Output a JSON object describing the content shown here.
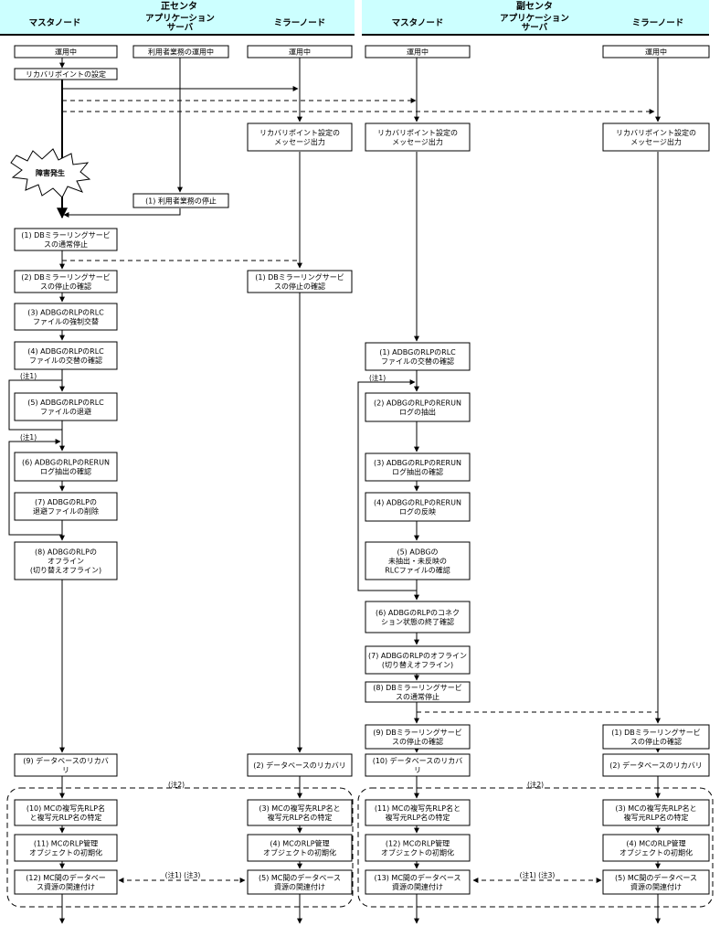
{
  "header": {
    "primary_center": "正センタ",
    "secondary_center": "副センタ",
    "colors": {
      "header_bg": "#ccffff",
      "line": "#000000"
    },
    "primary_columns": [
      {
        "lines": [
          "マスタノード"
        ]
      },
      {
        "lines": [
          "アプリケーション",
          "サーバ"
        ]
      },
      {
        "lines": [
          "ミラーノード"
        ]
      }
    ],
    "secondary_columns": [
      {
        "lines": [
          "マスタノード"
        ]
      },
      {
        "lines": [
          "アプリケーション",
          "サーバ"
        ]
      },
      {
        "lines": [
          "ミラーノード"
        ]
      }
    ]
  },
  "burst_label": "障害発生",
  "notes": {
    "n1": "(注1)",
    "n2": "(注2)",
    "n13": "(注1) (注3)"
  },
  "boxes": [
    {
      "id": "p-m-run",
      "lines": [
        "運用中"
      ]
    },
    {
      "id": "p-a-run",
      "lines": [
        "利用者業務の運用中"
      ]
    },
    {
      "id": "p-r-run",
      "lines": [
        "運用中"
      ]
    },
    {
      "id": "s-m-run",
      "lines": [
        "運用中"
      ]
    },
    {
      "id": "s-r-run",
      "lines": [
        "運用中"
      ]
    },
    {
      "id": "p-m-rp",
      "lines": [
        "リカバリポイントの設定"
      ]
    },
    {
      "id": "p-r-msg",
      "lines": [
        "リカバリポイント設定の",
        "メッセージ出力"
      ]
    },
    {
      "id": "s-m-msg",
      "lines": [
        "リカバリポイント設定の",
        "メッセージ出力"
      ]
    },
    {
      "id": "s-r-msg",
      "lines": [
        "リカバリポイント設定の",
        "メッセージ出力"
      ]
    },
    {
      "id": "p-a-stop",
      "lines": [
        "(1) 利用者業務の停止"
      ]
    },
    {
      "id": "p-m-1",
      "lines": [
        "(1) DBミラーリングサービ",
        "スの通常停止"
      ]
    },
    {
      "id": "p-m-2",
      "lines": [
        "(2) DBミラーリングサービ",
        "スの停止の確認"
      ]
    },
    {
      "id": "p-r-1",
      "lines": [
        "(1) DBミラーリングサービ",
        "スの停止の確認"
      ]
    },
    {
      "id": "p-m-3",
      "lines": [
        "(3) ADBGのRLPのRLC",
        "ファイルの強制交替"
      ]
    },
    {
      "id": "p-m-4",
      "lines": [
        "(4) ADBGのRLPのRLC",
        "ファイルの交替の確認"
      ]
    },
    {
      "id": "s-m-1",
      "lines": [
        "(1) ADBGのRLPのRLC",
        "ファイルの交替の確認"
      ]
    },
    {
      "id": "p-m-5",
      "lines": [
        "(5) ADBGのRLPのRLC",
        "ファイルの退避"
      ]
    },
    {
      "id": "s-m-2",
      "lines": [
        "(2) ADBGのRLPのRERUN",
        "ログの抽出"
      ]
    },
    {
      "id": "p-m-6",
      "lines": [
        "(6) ADBGのRLPのRERUN",
        "ログ抽出の確認"
      ]
    },
    {
      "id": "s-m-3",
      "lines": [
        "(3) ADBGのRLPのRERUN",
        "ログ抽出の確認"
      ]
    },
    {
      "id": "p-m-7",
      "lines": [
        "(7) ADBGのRLPの",
        "退避ファイルの削除"
      ]
    },
    {
      "id": "s-m-4",
      "lines": [
        "(4) ADBGのRLPのRERUN",
        "ログの反映"
      ]
    },
    {
      "id": "p-m-8",
      "lines": [
        "(8) ADBGのRLPの",
        "オフライン",
        "(切り替えオフライン)"
      ]
    },
    {
      "id": "s-m-5",
      "lines": [
        "(5) ADBGの",
        "未抽出・未反映の",
        "RLCファイルの確認"
      ]
    },
    {
      "id": "s-m-6",
      "lines": [
        "(6) ADBGのRLPのコネク",
        "ション状態の終了確認"
      ]
    },
    {
      "id": "s-m-7",
      "lines": [
        "(7) ADBGのRLPのオフライン",
        "(切り替えオフライン)"
      ]
    },
    {
      "id": "s-m-8",
      "lines": [
        "(8) DBミラーリングサービ",
        "スの通常停止"
      ]
    },
    {
      "id": "s-m-9",
      "lines": [
        "(9) DBミラーリングサービ",
        "スの停止の確認"
      ]
    },
    {
      "id": "s-r-1",
      "lines": [
        "(1) DBミラーリングサービ",
        "スの停止の確認"
      ]
    },
    {
      "id": "p-m-9",
      "lines": [
        "(9) データベースのリカバ",
        "リ"
      ]
    },
    {
      "id": "p-r-2",
      "lines": [
        "(2) データベースのリカバリ"
      ]
    },
    {
      "id": "s-m-10",
      "lines": [
        "(10) データベースのリカバ",
        "リ"
      ]
    },
    {
      "id": "s-r-2",
      "lines": [
        "(2) データベースのリカバリ"
      ]
    },
    {
      "id": "p-m-10",
      "lines": [
        "(10) MCの複写先RLP名",
        "と複写元RLP名の特定"
      ]
    },
    {
      "id": "p-r-3",
      "lines": [
        "(3) MCの複写先RLP名と",
        "複写元RLP名の特定"
      ]
    },
    {
      "id": "s-m-11",
      "lines": [
        "(11) MCの複写先RLP名と",
        "複写元RLP名の特定"
      ]
    },
    {
      "id": "s-r-3",
      "lines": [
        "(3) MCの複写先RLP名と",
        "複写元RLP名の特定"
      ]
    },
    {
      "id": "p-m-11",
      "lines": [
        "(11) MCのRLP管理",
        "オブジェクトの初期化"
      ]
    },
    {
      "id": "p-r-4",
      "lines": [
        "(4) MCのRLP管理",
        "オブジェクトの初期化"
      ]
    },
    {
      "id": "s-m-12",
      "lines": [
        "(12) MCのRLP管理",
        "オブジェクトの初期化"
      ]
    },
    {
      "id": "s-r-4",
      "lines": [
        "(4) MCのRLP管理",
        "オブジェクトの初期化"
      ]
    },
    {
      "id": "p-m-12",
      "lines": [
        "(12) MC間のデータベー",
        "ス資源の関連付け"
      ]
    },
    {
      "id": "p-r-5",
      "lines": [
        "(5) MC間のデータベース",
        "資源の関連付け"
      ]
    },
    {
      "id": "s-m-13",
      "lines": [
        "(13) MC間のデータベース",
        "資源の関連付け"
      ]
    },
    {
      "id": "s-r-5",
      "lines": [
        "(5) MC間のデータベース",
        "資源の関連付け"
      ]
    }
  ]
}
